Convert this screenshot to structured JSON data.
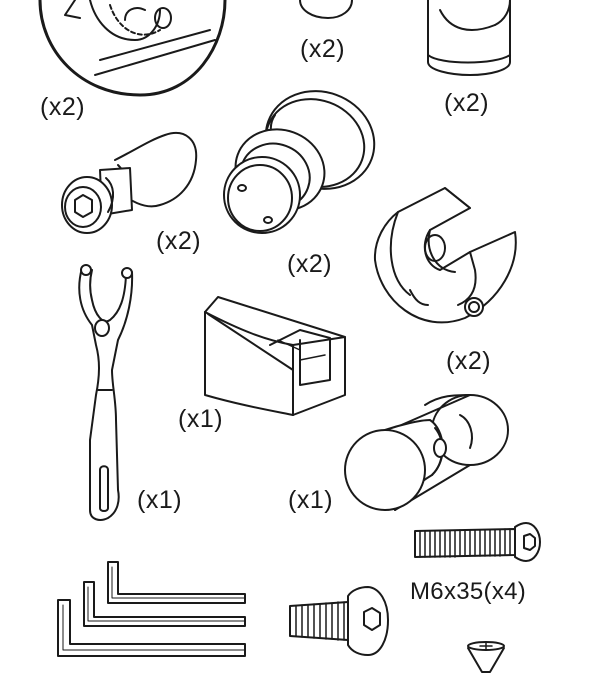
{
  "labels": {
    "qty_clamp_detail": "(x2)",
    "qty_top_center": "(x2)",
    "qty_top_right": "(x2)",
    "qty_pin": "(x2)",
    "qty_roller": "(x2)",
    "qty_bracket": "(x2)",
    "qty_guide": "(x1)",
    "qty_wrench": "(x1)",
    "qty_knob": "(x1)",
    "screw_spec": "M6x35(x4)"
  },
  "colors": {
    "line": "#1a1a1a",
    "fill": "#ffffff",
    "shade": "#d9d9d9"
  }
}
